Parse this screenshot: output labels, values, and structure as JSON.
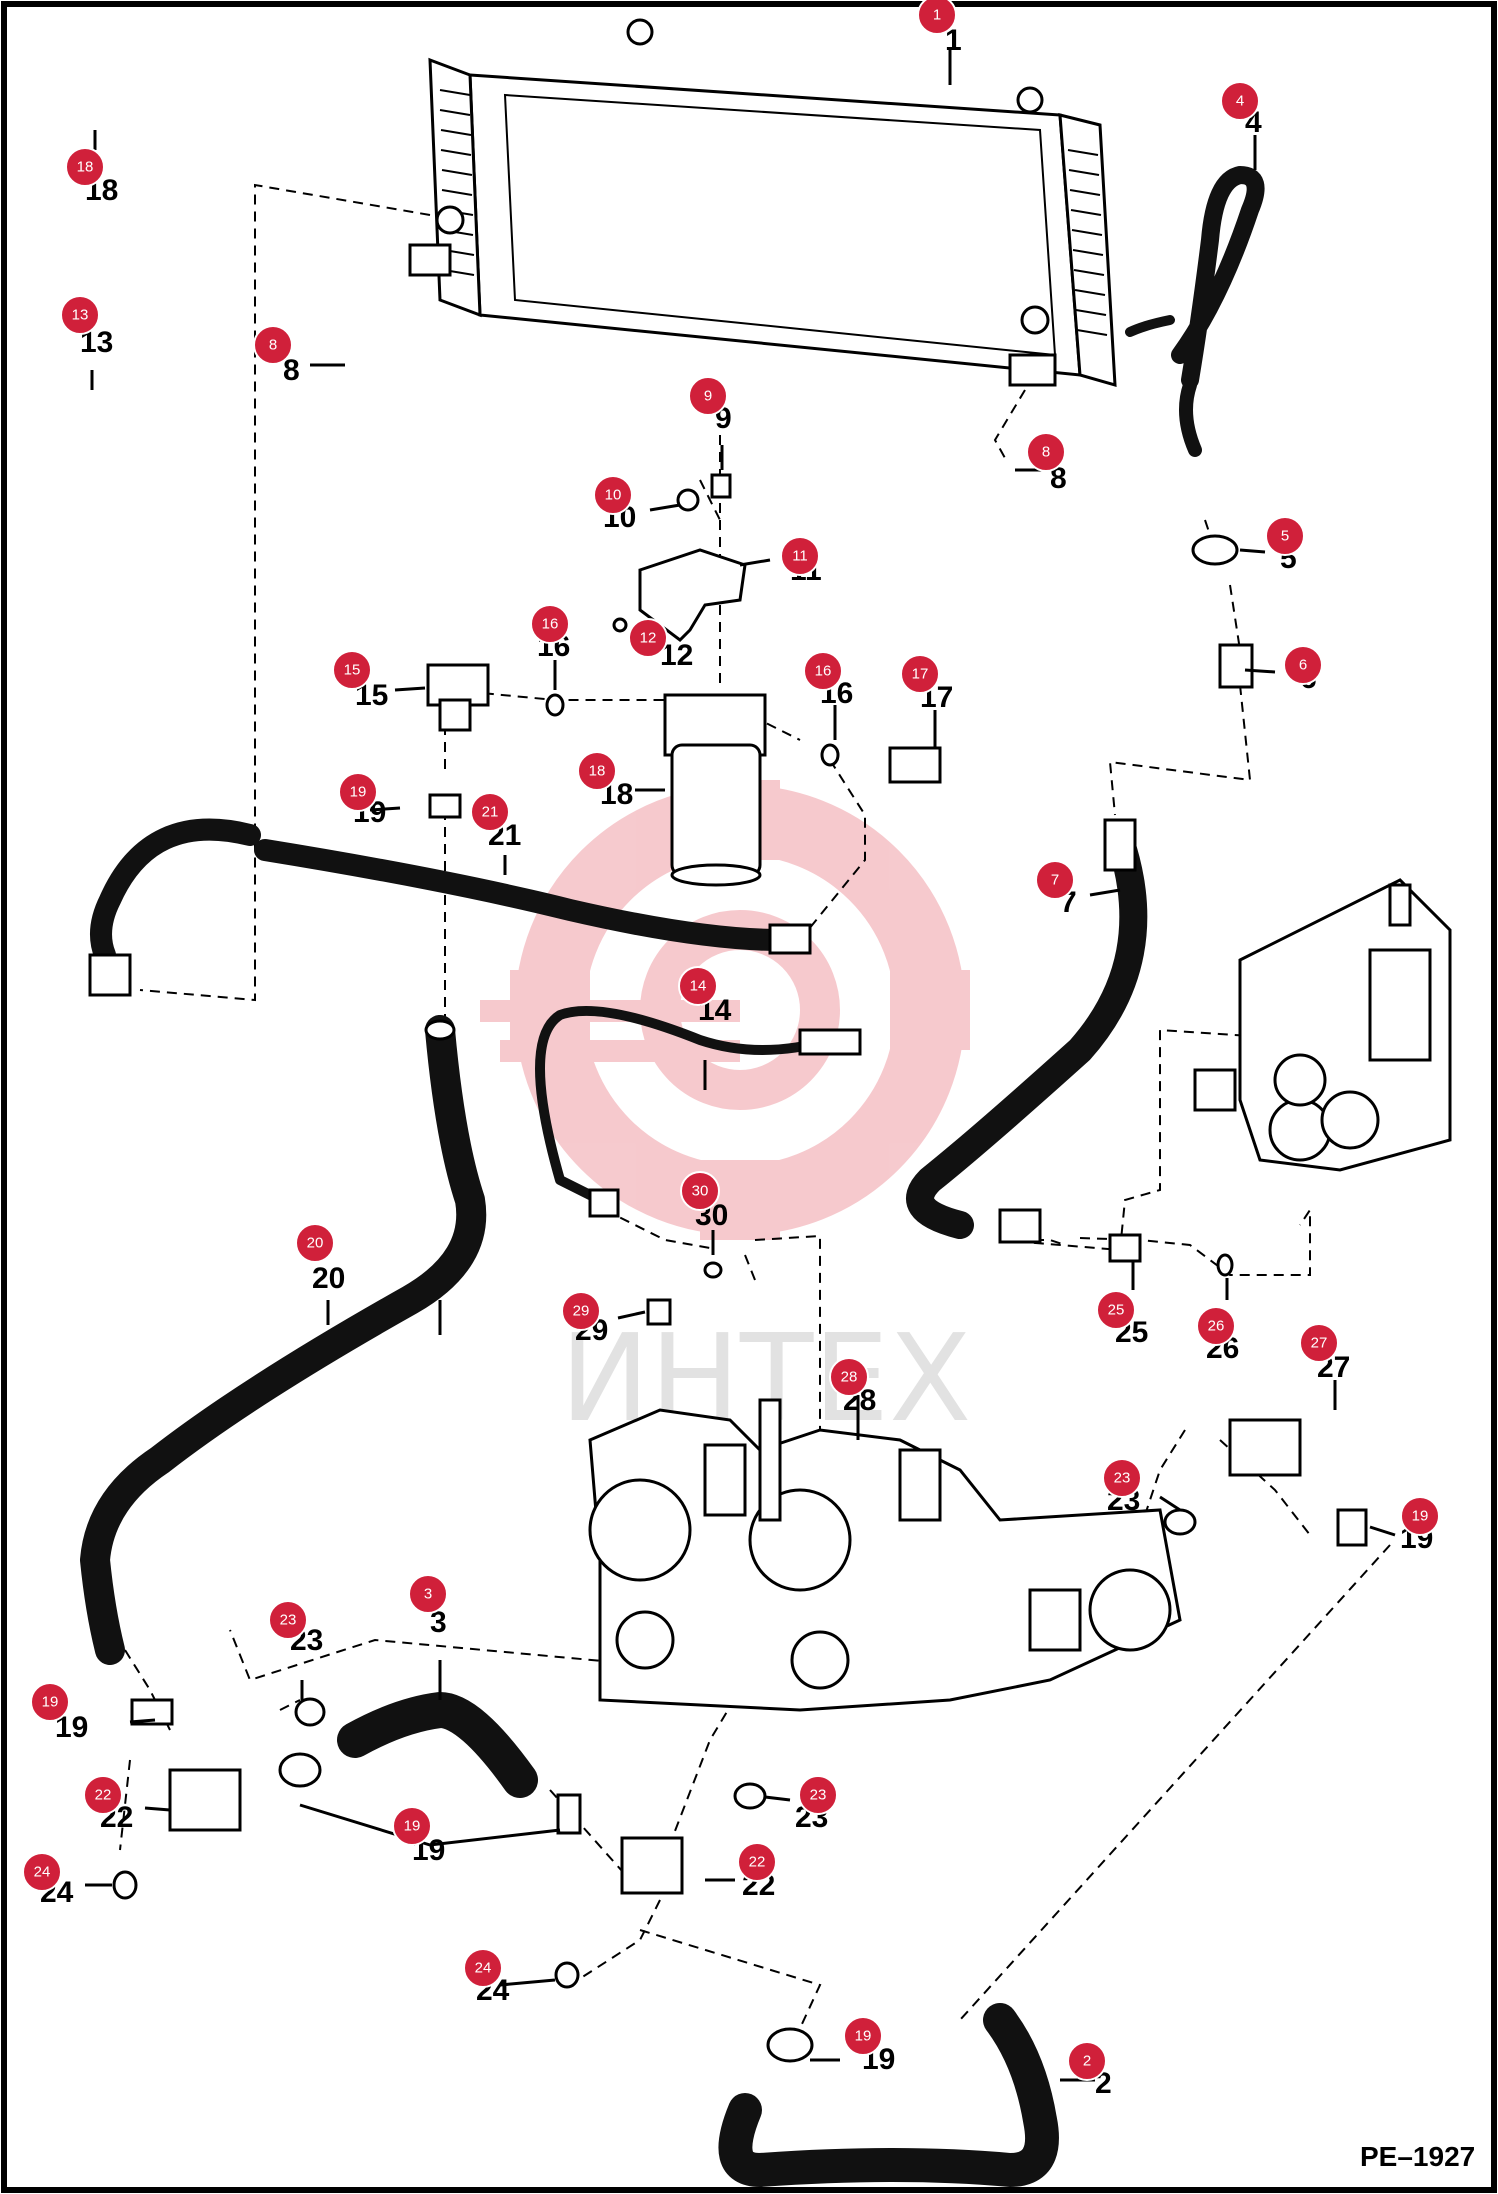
{
  "diagram_code": "PE–1927",
  "watermark": "ИНТЕХ",
  "badge_color": "#d0203a",
  "callouts": [
    {
      "id": "c1",
      "number": "1",
      "label": "1"
    },
    {
      "id": "c2",
      "number": "2",
      "label": "2"
    },
    {
      "id": "c3",
      "number": "3",
      "label": "3"
    },
    {
      "id": "c4",
      "number": "4",
      "label": "4"
    },
    {
      "id": "c5",
      "number": "5",
      "label": "5"
    },
    {
      "id": "c6",
      "number": "6",
      "label": "6"
    },
    {
      "id": "c7",
      "number": "7",
      "label": "7"
    },
    {
      "id": "c8a",
      "number": "8",
      "label": "8"
    },
    {
      "id": "c8b",
      "number": "8",
      "label": "8"
    },
    {
      "id": "c9",
      "number": "9",
      "label": "9"
    },
    {
      "id": "c10",
      "number": "10",
      "label": "10"
    },
    {
      "id": "c11",
      "number": "11",
      "label": "11"
    },
    {
      "id": "c12",
      "number": "12",
      "label": "12"
    },
    {
      "id": "c13",
      "number": "13",
      "label": "13"
    },
    {
      "id": "c14",
      "number": "14",
      "label": "14"
    },
    {
      "id": "c15",
      "number": "15",
      "label": "15"
    },
    {
      "id": "c16a",
      "number": "16",
      "label": "16"
    },
    {
      "id": "c16b",
      "number": "16",
      "label": "16"
    },
    {
      "id": "c17",
      "number": "17",
      "label": "17"
    },
    {
      "id": "c18a",
      "number": "18",
      "label": "18"
    },
    {
      "id": "c18b",
      "number": "18",
      "label": "18"
    },
    {
      "id": "c19a",
      "number": "19",
      "label": "19"
    },
    {
      "id": "c19b",
      "number": "19",
      "label": "19"
    },
    {
      "id": "c19c",
      "number": "19",
      "label": "19"
    },
    {
      "id": "c19d",
      "number": "19",
      "label": "19"
    },
    {
      "id": "c19e",
      "number": "19",
      "label": "19"
    },
    {
      "id": "c20",
      "number": "20",
      "label": "20"
    },
    {
      "id": "c21",
      "number": "21",
      "label": "21"
    },
    {
      "id": "c22a",
      "number": "22",
      "label": "22"
    },
    {
      "id": "c22b",
      "number": "22",
      "label": "22"
    },
    {
      "id": "c23a",
      "number": "23",
      "label": "23"
    },
    {
      "id": "c23b",
      "number": "23",
      "label": "23"
    },
    {
      "id": "c23c",
      "number": "23",
      "label": "23"
    },
    {
      "id": "c24a",
      "number": "24",
      "label": "24"
    },
    {
      "id": "c24b",
      "number": "24",
      "label": "24"
    },
    {
      "id": "c25",
      "number": "25",
      "label": "25"
    },
    {
      "id": "c26",
      "number": "26",
      "label": "26"
    },
    {
      "id": "c27",
      "number": "27",
      "label": "27"
    },
    {
      "id": "c28",
      "number": "28",
      "label": "28"
    },
    {
      "id": "c29",
      "number": "29",
      "label": "29"
    },
    {
      "id": "c30",
      "number": "30",
      "label": "30"
    }
  ]
}
